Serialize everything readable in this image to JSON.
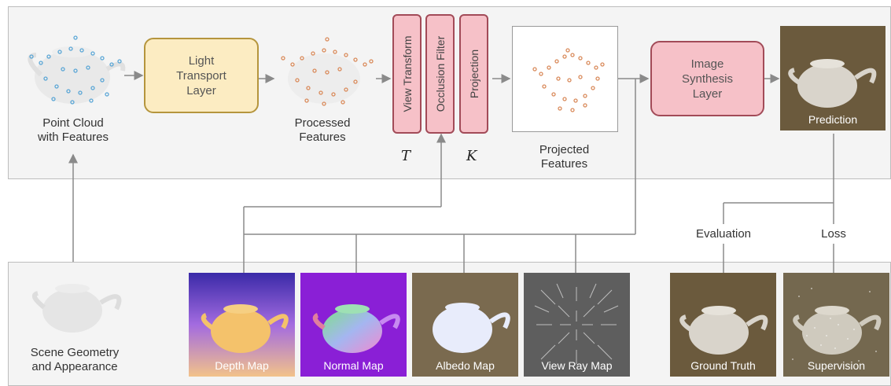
{
  "top_panel": {
    "point_cloud_label": "Point Cloud\nwith Features",
    "light_transport": "Light\nTransport\nLayer",
    "processed_label": "Processed\nFeatures",
    "view_transform": "View Transform",
    "occlusion_filter": "Occlusion Filter",
    "projection": "Projection",
    "T_symbol": "T",
    "K_symbol": "K",
    "projected_label": "Projected\nFeatures",
    "image_synthesis": "Image\nSynthesis\nLayer",
    "prediction": "Prediction"
  },
  "middle": {
    "evaluation": "Evaluation",
    "loss": "Loss"
  },
  "bottom_panel": {
    "scene_label": "Scene Geometry\nand Appearance",
    "depth_map": "Depth Map",
    "normal_map": "Normal Map",
    "albedo_map": "Albedo Map",
    "view_ray_map": "View Ray Map",
    "ground_truth": "Ground Truth",
    "supervision": "Supervision"
  },
  "colors": {
    "layer_yellow": "#fcecc2",
    "layer_pink": "#f6c1c8",
    "point_blue": "#5aa6d6",
    "point_orange": "#d98a5a",
    "render_bg": "#6b5a3d"
  }
}
